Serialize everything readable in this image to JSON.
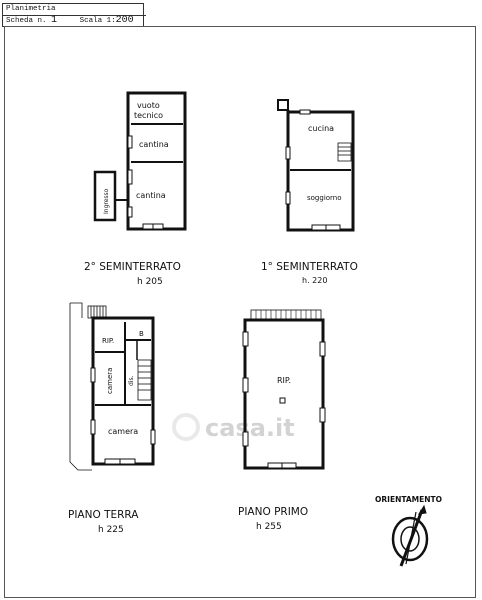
{
  "header": {
    "title": "Planimetria",
    "sheet_label": "Scheda n.",
    "sheet_number": "1",
    "scale_label": "Scala 1:",
    "scale_value": "200"
  },
  "plans": {
    "second_basement": {
      "title": "2° SEMINTERRATO",
      "height": "h 205",
      "rooms": {
        "vuoto_tecnico_1": "vuoto",
        "vuoto_tecnico_2": "tecnico",
        "cantina_top": "cantina",
        "cantina_bottom": "cantina",
        "ingresso": "Ingresso"
      }
    },
    "first_basement": {
      "title": "1° SEMINTERRATO",
      "height": "h. 220",
      "rooms": {
        "cucina": "cucina",
        "soggiorno": "soggiorno"
      }
    },
    "ground_floor": {
      "title": "PIANO TERRA",
      "height": "h 225",
      "rooms": {
        "rip": "RIP.",
        "b": "B",
        "camera_left": "camera",
        "dis": "dis.",
        "camera_bottom": "camera"
      }
    },
    "first_floor": {
      "title": "PIANO PRIMO",
      "height": "h 255",
      "rooms": {
        "rip": "RIP."
      }
    }
  },
  "orientation": {
    "label": "ORIENTAMENTO"
  },
  "watermark": "casa.it"
}
